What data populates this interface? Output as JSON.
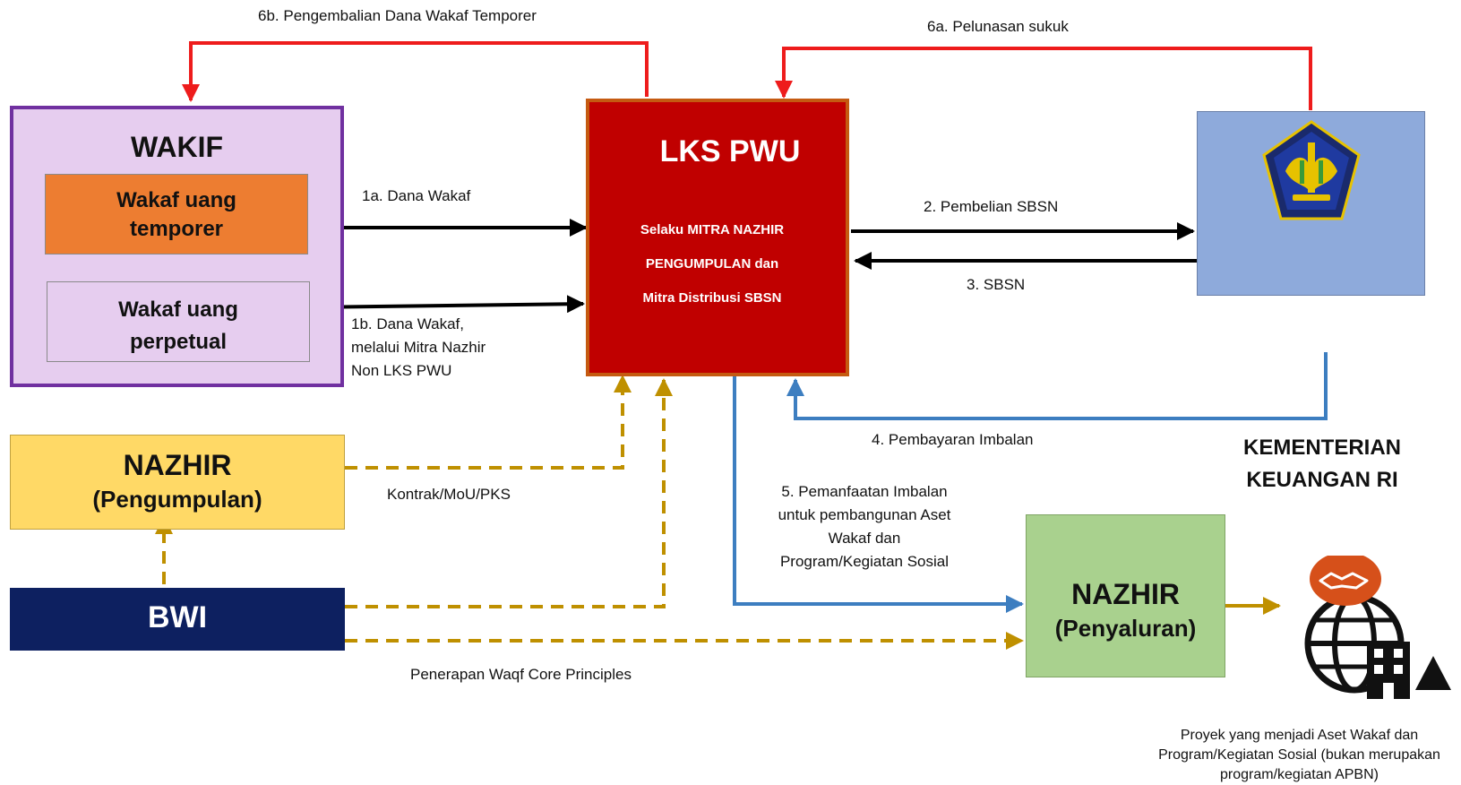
{
  "colors": {
    "red_arrow": "#ee1c1c",
    "black_arrow": "#000000",
    "blue_arrow": "#3d7ec0",
    "gold_dashed": "#bf9000",
    "wakif_fill": "#e6cdef",
    "wakif_border": "#7030a0",
    "temporer_fill": "#ed7d31",
    "perpetual_fill": "#e6cdef",
    "lks_fill": "#c00000",
    "lks_border": "#c55a11",
    "kemenkeu_fill": "#8eaadb",
    "nazhir_pengumpulan_fill": "#ffd966",
    "bwi_fill": "#0d2060",
    "nazhir_penyaluran_fill": "#a9d18e",
    "partner_icon_fill": "#d6501a"
  },
  "nodes": {
    "wakif": {
      "title": "WAKIF",
      "temporer": [
        "Wakaf uang",
        "temporer"
      ],
      "perpetual": [
        "Wakaf uang",
        "perpetual"
      ]
    },
    "lks": {
      "title": "LKS PWU",
      "subtitle": [
        "Selaku MITRA NAZHIR",
        "PENGUMPULAN dan",
        "Mitra Distribusi SBSN"
      ]
    },
    "kemenkeu": {
      "label": [
        "KEMENTERIAN",
        "KEUANGAN RI"
      ],
      "icon": "kemenkeu-emblem-icon"
    },
    "nazhir_pengumpulan": {
      "title": "NAZHIR",
      "subtitle": "(Pengumpulan)"
    },
    "bwi": {
      "title": "BWI"
    },
    "nazhir_penyaluran": {
      "title": "NAZHIR",
      "subtitle": "(Penyaluran)"
    },
    "project": {
      "icon": "handshake-globe-building-icon",
      "caption": [
        "Proyek yang menjadi Aset Wakaf dan",
        "Program/Kegiatan Sosial (bukan merupakan",
        "program/kegiatan APBN)"
      ]
    }
  },
  "edges": {
    "e6b": "6b. Pengembalian Dana Wakaf Temporer",
    "e6a": "6a. Pelunasan sukuk",
    "e1a": "1a. Dana Wakaf",
    "e1b": [
      "1b. Dana Wakaf,",
      "melalui Mitra Nazhir",
      "Non LKS PWU"
    ],
    "e2": "2. Pembelian SBSN",
    "e3": "3. SBSN",
    "e4": "4. Pembayaran Imbalan",
    "e5": [
      "5. Pemanfaatan Imbalan",
      "untuk pembangunan Aset",
      "Wakaf dan",
      "Program/Kegiatan Sosial"
    ],
    "kontrak": "Kontrak/MoU/PKS",
    "wcp": "Penerapan Waqf Core Principles"
  }
}
